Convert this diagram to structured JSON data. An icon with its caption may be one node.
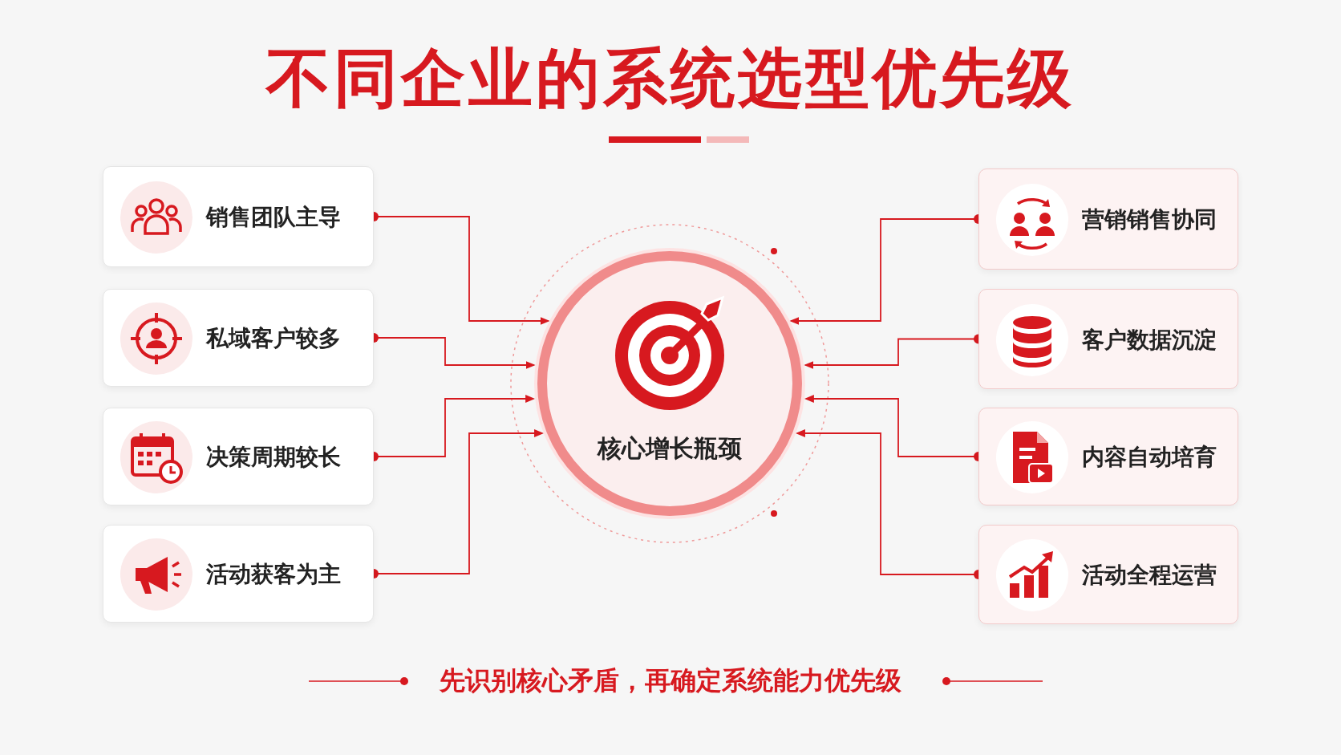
{
  "diagram": {
    "title": "不同企业的系统选型优先级",
    "nodes": [
      {
        "text": [
          "销售团队主导"
        ]
      },
      {
        "text": [
          "私域客户较多"
        ]
      },
      {
        "text": [
          "决策周期较长"
        ]
      },
      {
        "text": [
          "活动获客为主"
        ]
      },
      {
        "text": [
          "核心增长瓶颈"
        ]
      },
      {
        "text": [
          "营销销售协同"
        ]
      },
      {
        "text": [
          "客户数据沉淀"
        ]
      },
      {
        "text": [
          "内容自动培育"
        ]
      },
      {
        "text": [
          "活动全程运营"
        ]
      }
    ],
    "edges": [
      {
        "from": 0,
        "to": 4,
        "arrow": "to"
      },
      {
        "from": 1,
        "to": 4,
        "arrow": "to"
      },
      {
        "from": 2,
        "to": 4,
        "arrow": "to"
      },
      {
        "from": 3,
        "to": 4,
        "arrow": "to"
      },
      {
        "from": 5,
        "to": 4,
        "arrow": "to"
      },
      {
        "from": 6,
        "to": 4,
        "arrow": "to"
      },
      {
        "from": 7,
        "to": 4,
        "arrow": "to"
      },
      {
        "from": 8,
        "to": 4,
        "arrow": "to"
      }
    ],
    "labels": [
      "先识别核心矛盾，再确定系统能力优先级"
    ]
  }
}
